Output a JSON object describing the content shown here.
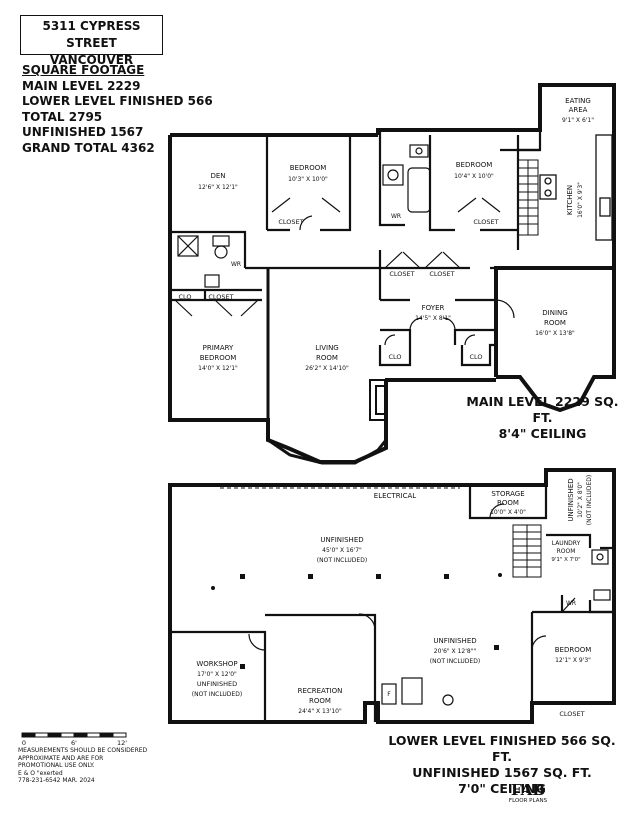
{
  "address": {
    "line1": "5311 CYPRESS STREET",
    "line2": "VANCOUVER"
  },
  "square_footage": {
    "title": "SQUARE FOOTAGE",
    "lines": [
      "MAIN LEVEL 2229",
      "LOWER LEVEL FINISHED 566",
      "TOTAL 2795",
      "UNFINISHED 1567",
      "GRAND TOTAL 4362"
    ]
  },
  "main_level": {
    "summary": [
      "MAIN LEVEL 2229 SQ. FT.",
      "8'4\" CEILING"
    ],
    "rooms": {
      "eating": {
        "name": "EATING",
        "name2": "AREA",
        "dims": "9'1\" X 6'1\""
      },
      "kitchen": {
        "name": "KITCHEN",
        "dims": "16'0\" X 9'3\""
      },
      "den": {
        "name": "DEN",
        "dims": "12'6\" X 12'1\""
      },
      "bedroom1": {
        "name": "BEDROOM",
        "dims": "10'3\" X 10'0\""
      },
      "bedroom2": {
        "name": "BEDROOM",
        "dims": "10'4\" X 10'0\""
      },
      "foyer": {
        "name": "FOYER",
        "dims": "14'5\" X 8'1\""
      },
      "dining": {
        "name": "DINING",
        "name2": "ROOM",
        "dims": "16'0\" X 13'8\""
      },
      "living": {
        "name": "LIVING",
        "name2": "ROOM",
        "dims": "26'2\" X 14'10\""
      },
      "primary": {
        "name": "PRIMARY",
        "name2": "BEDROOM",
        "dims": "14'0\" X 12'1\""
      }
    },
    "labels": {
      "closet": "CLOSET",
      "clo": "CLO",
      "wr": "WR"
    }
  },
  "lower_level": {
    "summary": [
      "LOWER LEVEL FINISHED 566 SQ. FT.",
      "UNFINISHED 1567 SQ. FT.",
      "7'0\" CEILING"
    ],
    "rooms": {
      "electrical": {
        "name": "ELECTRICAL"
      },
      "storage": {
        "name": "STORAGE",
        "name2": "ROOM",
        "dims": "10'0\" X 4'0\""
      },
      "unfinished_side": {
        "name": "UNFINISHED",
        "dims": "10'2\" X 8'0\"",
        "note": "(NOT INCLUDED)"
      },
      "unfinished_main": {
        "name": "UNFINISHED",
        "dims": "45'0\" X 16'7\"",
        "note": "(NOT INCLUDED)"
      },
      "laundry": {
        "name": "LAUNDRY",
        "name2": "ROOM",
        "dims": "9'1\" X 7'0\""
      },
      "unfinished_mid": {
        "name": "UNFINISHED",
        "dims": "20'6\" X 12'8\"\"",
        "note": "(NOT INCLUDED)"
      },
      "bedroom": {
        "name": "BEDROOM",
        "dims": "12'1\" X 9'3\""
      },
      "workshop": {
        "name": "WORKSHOP",
        "dims": "17'0\" X 12'0\"",
        "name2": "UNFINISHED",
        "note": "(NOT INCLUDED)"
      },
      "recreation": {
        "name": "RECREATION",
        "name2": "ROOM",
        "dims": "24'4\" X 13'10\""
      }
    },
    "labels": {
      "closet": "CLOSET",
      "wr": "WR",
      "f": "F"
    }
  },
  "scale": {
    "labels": [
      "0",
      "6'",
      "12'"
    ]
  },
  "footer": {
    "lines": [
      "MEASUREMENTS SHOULD BE CONSIDERED",
      "APPROXIMATE AND ARE FOR",
      "PROMOTIONAL USE ONLY.",
      "E & O \"exerted"
    ],
    "contact": "778-231-6542  MAR. 2024"
  },
  "logo": {
    "mark": "FAB",
    "sub": "FLOOR PLANS"
  }
}
